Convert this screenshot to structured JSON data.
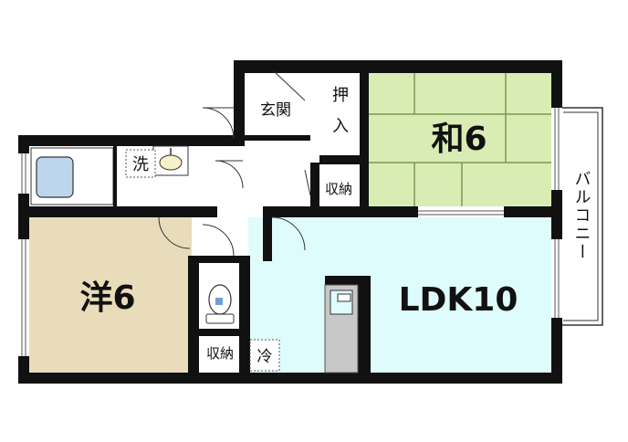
{
  "rooms": {
    "genkan": "玄関",
    "oshiire": "押入",
    "washitsu": "和6",
    "sen": "洗",
    "shuno_upper": "収納",
    "balcony": "バルコニー",
    "yoshitsu": "洋6",
    "ldk": "LDK10",
    "shuno_lower": "収納",
    "rei": "冷"
  },
  "colors": {
    "wall": "#111111",
    "tatami": "#d8ecb4",
    "tatami_line": "#7a9a52",
    "western_floor": "#e9dcba",
    "ldk_floor": "#dffcfc",
    "bath": "#bdd6ee",
    "kitchen_counter": "#c8c8c8"
  }
}
